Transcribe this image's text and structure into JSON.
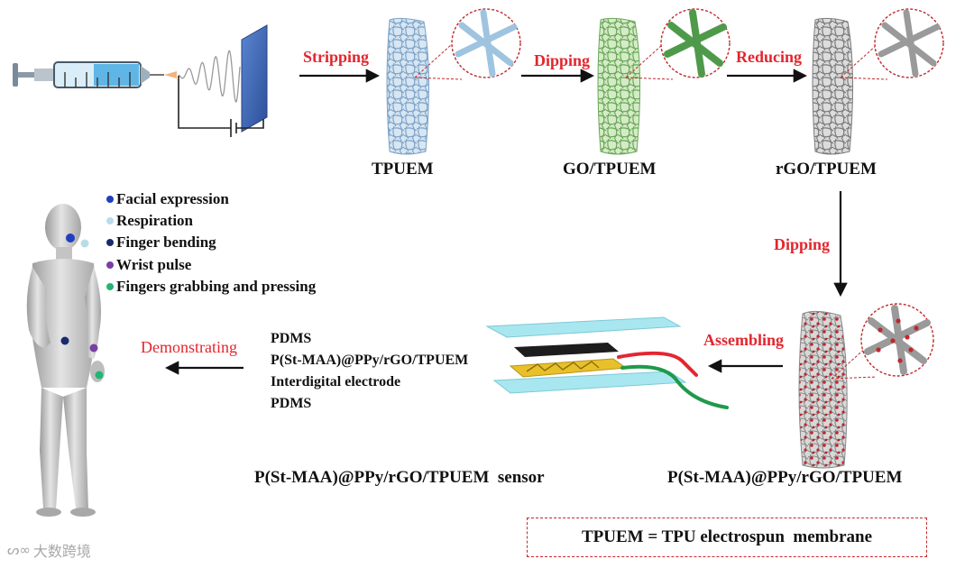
{
  "steps": {
    "stripping": "Stripping",
    "dipping_1": "Dipping",
    "reducing": "Reducing",
    "dipping_2": "Dipping",
    "assembling": "Assembling",
    "demonstrating": "Demonstrating"
  },
  "materials": {
    "tpuem": "TPUEM",
    "go_tpuem": "GO/TPUEM",
    "rgo_tpuem": "rGO/TPUEM",
    "composite": "P(St-MAA)@PPy/rGO/TPUEM",
    "sensor": "P(St-MAA)@PPy/rGO/TPUEM  sensor"
  },
  "sensor_layers": [
    "PDMS",
    "P(St-MAA)@PPy/rGO/TPUEM",
    "Interdigital electrode",
    "PDMS"
  ],
  "applications": [
    {
      "label": "Facial expression",
      "color": "#1f3fbf"
    },
    {
      "label": "Respiration",
      "color": "#b9dde6"
    },
    {
      "label": "Finger bending",
      "color": "#1a2a6e"
    },
    {
      "label": "Wrist pulse",
      "color": "#7a3fa6"
    },
    {
      "label": "Fingers grabbing and pressing",
      "color": "#23b573"
    }
  ],
  "note": "TPUEM = TPU electrospun  membrane",
  "watermark": "大数跨境",
  "colors": {
    "step_label": "#e3262e",
    "tpuem_fiber": "#8fb3d6",
    "go_fiber": "#7dbb6a",
    "rgo_fiber": "#8f8f8f",
    "ppy_particle": "#c0282d",
    "pdms": "#9fe3ee",
    "electrode": "#e8c02a",
    "collector": "#3b66b8"
  }
}
